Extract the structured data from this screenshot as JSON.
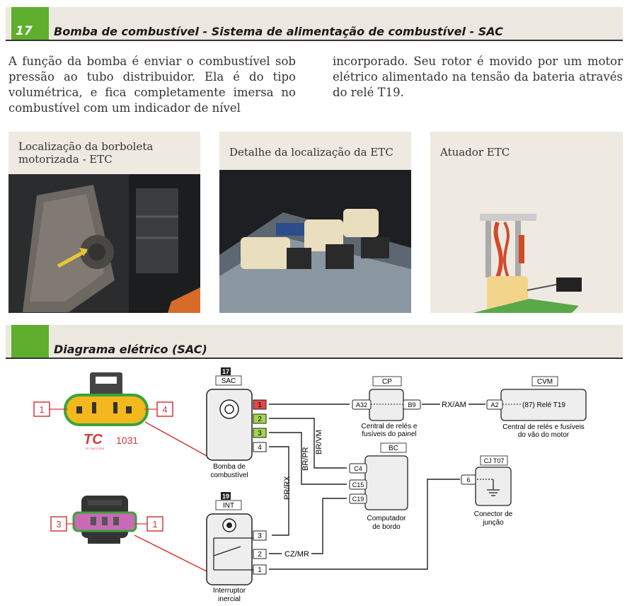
{
  "section1": {
    "number": "17",
    "title": "Bomba de combustível - Sistema de alimentação de combustível - SAC"
  },
  "intro": {
    "col1": "A função da bomba é enviar o combustível sob pressão ao tubo distribuidor. Ela é do tipo volumétrica, e fica completamente imersa no combustível com um indicador de nível",
    "col2": "incorporado. Seu rotor é movido por um motor elétrico alimentado na tensão da bateria através do relé T19."
  },
  "photos": [
    {
      "caption": "Localização da borboleta motorizada - ETC"
    },
    {
      "caption": "Detalhe da localização da ETC"
    },
    {
      "caption": "Atuador ETC"
    }
  ],
  "section2": {
    "title": "Diagrama elétrico (SAC)"
  },
  "diagram": {
    "conn_top": {
      "pin_left": "1",
      "pin_right": "4",
      "brand": "TC",
      "brand_small": "TC CHICOTES",
      "part": "1031"
    },
    "conn_bottom": {
      "pin_left": "3",
      "pin_right": "1"
    },
    "pump": {
      "num": "17",
      "code": "SAC",
      "pins": [
        "1",
        "2",
        "3",
        "4"
      ],
      "label1": "Bomba de",
      "label2": "combustível"
    },
    "inertial": {
      "num": "19",
      "code": "INT",
      "pins": [
        "3",
        "2",
        "1"
      ],
      "label1": "Interruptor",
      "label2": "inercial"
    },
    "cp": {
      "code": "CP",
      "pin_a": "A32",
      "pin_b": "B9",
      "label1": "Central de relés e",
      "label2": "fusíveis do painel"
    },
    "cvm": {
      "code": "CVM",
      "pin": "A2",
      "relay": "(87) Relé T19",
      "label1": "Central de relés e fusíveis",
      "label2": "do vão do motor"
    },
    "bc": {
      "code": "BC",
      "pins": [
        "C4",
        "C15",
        "C19"
      ],
      "label1": "Computador",
      "label2": "de bordo"
    },
    "cj": {
      "code": "CJ T07",
      "pin": "6",
      "label1": "Conector de",
      "label2": "junção"
    },
    "wires": {
      "rx_am": "RX/AM",
      "br_vm": "BR/VM",
      "br_pr": "BR/PR",
      "pr_rx": "PR/RX",
      "cz_mr": "CZ/MR"
    }
  },
  "colors": {
    "accent_green": "#5fae2e",
    "wire_red": "#d23a3a",
    "pin_red": "#e04848",
    "pin_green": "#a5d44d"
  }
}
